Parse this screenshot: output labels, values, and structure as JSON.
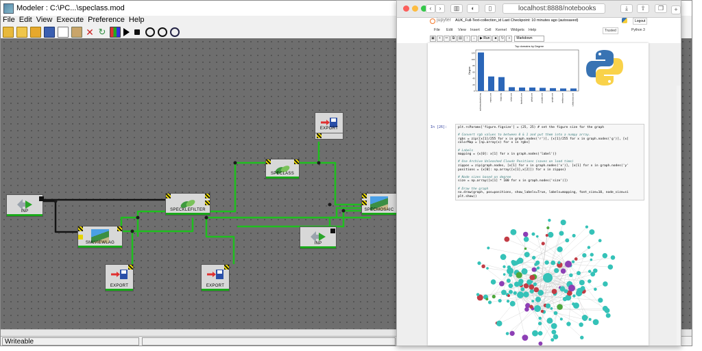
{
  "modeler": {
    "title": "Modeler : C:\\PC...\\speclass.mod",
    "menu": [
      "File",
      "Edit",
      "View",
      "Execute",
      "Preference",
      "Help"
    ],
    "status": {
      "left": "Writeable",
      "right": ""
    },
    "nodes": [
      {
        "id": "input1",
        "label": "INP"
      },
      {
        "id": "smalviewlag",
        "label": "SMLVIEWLAG"
      },
      {
        "id": "specklefilter",
        "label": "SPECKLEFILTER"
      },
      {
        "id": "export_top",
        "label": "EXPORT"
      },
      {
        "id": "speclass",
        "label": "SPECLASS"
      },
      {
        "id": "specmosaic",
        "label": "SPECMOSAIC"
      },
      {
        "id": "input2",
        "label": "INP"
      },
      {
        "id": "export_left",
        "label": "EXPORT"
      },
      {
        "id": "export_mid",
        "label": "EXPORT"
      }
    ],
    "colors": {
      "canvas": "#6e6e6e",
      "link_active": "#1fbf1f",
      "link_inactive": "#1a1a1a"
    }
  },
  "browser": {
    "address": "localhost:8888/notebooks",
    "notebook": {
      "logo_text": "jupyter",
      "title": "AUK_Full-Text-collection_id Last Checkpoint: 10 minutes ago (autosaved)",
      "trusted": "Trusted",
      "logout": "Logout",
      "kernel": "Python 3",
      "menu": [
        "File",
        "Edit",
        "View",
        "Insert",
        "Cell",
        "Kernel",
        "Widgets",
        "Help"
      ],
      "run_label": "Run",
      "cell_type": "Markdown",
      "prompt": "In [26]:",
      "code_lines": [
        {
          "t": "plt.rcParams['figure.figsize'] = (25, 25) # set the figure size for the graph",
          "c": false
        },
        {
          "t": "",
          "c": false
        },
        {
          "t": "# Convert rgb values to between 0 & 1 and put them into a numpy array.",
          "c": true
        },
        {
          "t": "rgbs = zip([x[1]/255 for x in graph.nodes('r')], [x[1]/255 for x in graph.nodes('g')], [x[",
          "c": false
        },
        {
          "t": "colorMap = [np.array(x) for x in rgbs]",
          "c": false
        },
        {
          "t": "",
          "c": false
        },
        {
          "t": "# Labels",
          "c": true
        },
        {
          "t": "mapping = {x[0]: x[1] for x in graph.nodes('label')}",
          "c": false
        },
        {
          "t": "",
          "c": false
        },
        {
          "t": "# Use Archive Unleashed Cloudz Positions (saves on load time)",
          "c": true
        },
        {
          "t": "zippos = zip(graph.nodes, [x[1] for x in graph.nodes('x')], [x[1] for x in graph.nodes('y'",
          "c": false
        },
        {
          "t": "positions = {x[0]: np.array([x[1],x[2]]) for x in zippos}",
          "c": false
        },
        {
          "t": "",
          "c": false
        },
        {
          "t": "# Node sizes based on degree",
          "c": true
        },
        {
          "t": "size = np.array([x[1] * 100 for x in graph.nodes('size')])",
          "c": false
        },
        {
          "t": "",
          "c": false
        },
        {
          "t": "# Draw the graph",
          "c": true
        },
        {
          "t": "nx.draw(graph, pos=positions, show_labels=True, labels=mapping, font_size=10, node_size=si",
          "c": false
        },
        {
          "t": "plt.show()",
          "c": false
        }
      ]
    }
  },
  "chart_data": {
    "type": "bar",
    "title": "Top domains by Degree",
    "ylabel": "Degree",
    "categories": [
      "archivesunleashed.org",
      "reposs.com",
      "bogus.org",
      "twitter.com",
      "facebook.com",
      "github.com",
      "youtube.com",
      "google.com",
      "medium.com",
      "collab.cloud.com"
    ],
    "values": [
      122,
      46,
      44,
      12,
      11,
      11,
      10,
      9,
      8,
      8
    ],
    "ylim": [
      0,
      130
    ],
    "color": "#2b66b8"
  },
  "network_graph": {
    "colors": [
      "#35c2b8",
      "#c23c45",
      "#8d3fb5",
      "#4da83c"
    ]
  }
}
